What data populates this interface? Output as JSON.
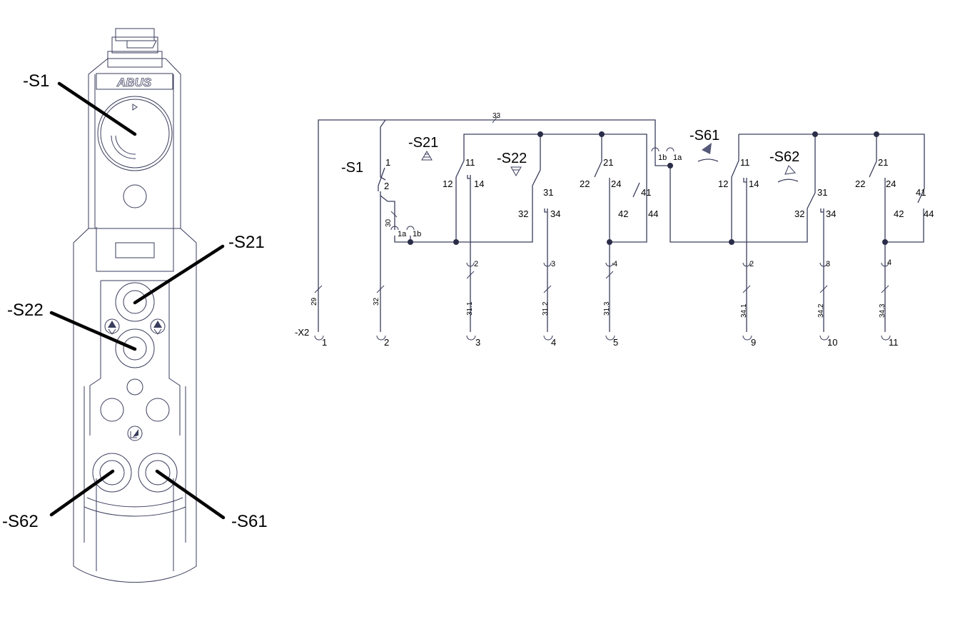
{
  "pendant": {
    "brand": "ABUS",
    "callouts": {
      "s1": "-S1",
      "s21": "-S21",
      "s22": "-S22",
      "s61": "-S61",
      "s62": "-S62"
    }
  },
  "schematic": {
    "devices": {
      "s1": "-S1",
      "s21": "-S21",
      "s22": "-S22",
      "s61": "-S61",
      "s62": "-S62"
    },
    "s1_contacts": {
      "c1": "1",
      "c2": "2"
    },
    "s21_s22_contacts": {
      "c11": "11",
      "c12": "12",
      "c14": "14",
      "c21": "21",
      "c22": "22",
      "c24": "24",
      "c31": "31",
      "c32": "32",
      "c34": "34",
      "c41": "41",
      "c42": "42",
      "c44": "44"
    },
    "s61_s62_contacts": {
      "c11": "11",
      "c12": "12",
      "c14": "14",
      "c21": "21",
      "c22": "22",
      "c24": "24",
      "c31": "31",
      "c32": "32",
      "c34": "34",
      "c41": "41",
      "c42": "42",
      "c44": "44"
    },
    "links": {
      "left_1a": "1a",
      "left_1b": "1b",
      "right_1b": "1b",
      "right_1a": "1a"
    },
    "wires": {
      "w33": "33",
      "w30": "30",
      "w29": "29",
      "w32": "32",
      "w31_1": "31.1",
      "w31_2": "31.2",
      "w31_3": "31.3",
      "w34_1": "34.1",
      "w34_2": "34.2",
      "w34_3": "34.3"
    },
    "mid_pins": {
      "a2": "2",
      "a3": "3",
      "a4": "4",
      "b2": "2",
      "b3": "3",
      "b4": "4"
    },
    "terminal_block": {
      "name": "-X2",
      "terminals": [
        "1",
        "2",
        "3",
        "4",
        "5",
        "9",
        "10",
        "11"
      ]
    }
  }
}
